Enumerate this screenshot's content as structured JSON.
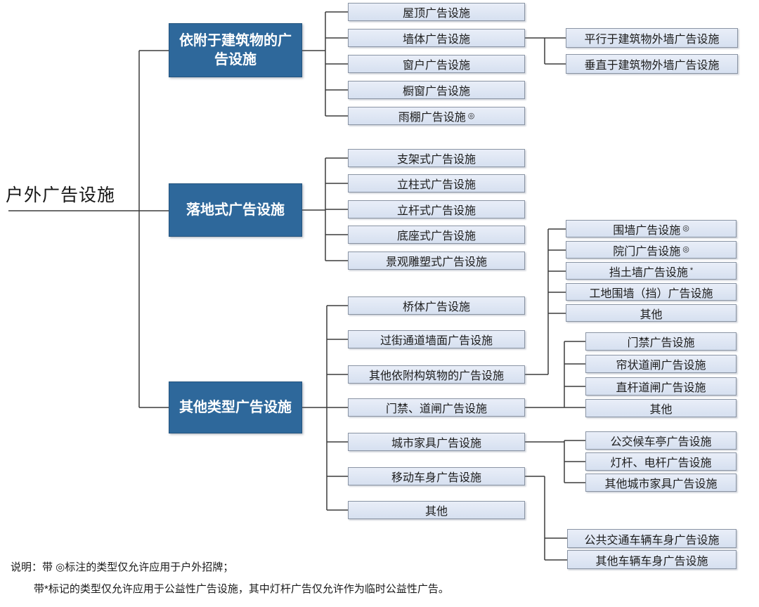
{
  "root": {
    "label": "户外广告设施"
  },
  "tree": [
    {
      "label": "依附于建筑物的广告设施",
      "children": [
        {
          "label": "屋顶广告设施"
        },
        {
          "label": "墙体广告设施",
          "children": [
            {
              "label": "平行于建筑物外墙广告设施"
            },
            {
              "label": "垂直于建筑物外墙广告设施"
            }
          ]
        },
        {
          "label": "窗户广告设施"
        },
        {
          "label": "橱窗广告设施"
        },
        {
          "label": "雨棚广告设施",
          "mark": "◎"
        }
      ]
    },
    {
      "label": "落地式广告设施",
      "children": [
        {
          "label": "支架式广告设施"
        },
        {
          "label": "立柱式广告设施"
        },
        {
          "label": "立杆式广告设施"
        },
        {
          "label": "底座式广告设施"
        },
        {
          "label": "景观雕塑式广告设施"
        }
      ]
    },
    {
      "label": "其他类型广告设施",
      "children": [
        {
          "label": "桥体广告设施"
        },
        {
          "label": "过街通道墙面广告设施"
        },
        {
          "label": "其他依附构筑物的广告设施",
          "children": [
            {
              "label": "围墙广告设施",
              "mark": "◎"
            },
            {
              "label": "院门广告设施",
              "mark": "◎"
            },
            {
              "label": "挡土墙广告设施",
              "mark": "*"
            },
            {
              "label": "工地围墙（挡）广告设施"
            },
            {
              "label": "其他"
            }
          ]
        },
        {
          "label": "门禁、道闸广告设施",
          "children": [
            {
              "label": "门禁广告设施"
            },
            {
              "label": "帘状道闸广告设施"
            },
            {
              "label": "直杆道闸广告设施"
            },
            {
              "label": "其他"
            }
          ]
        },
        {
          "label": "城市家具广告设施",
          "children": [
            {
              "label": "公交候车亭广告设施"
            },
            {
              "label": "灯杆、电杆广告设施"
            },
            {
              "label": "其他城市家具广告设施"
            }
          ]
        },
        {
          "label": "移动车身广告设施",
          "children": [
            {
              "label": "公共交通车辆车身广告设施"
            },
            {
              "label": "其他车辆车身广告设施"
            }
          ]
        },
        {
          "label": "其他"
        }
      ]
    }
  ],
  "notes": {
    "prefix": "说明：",
    "line1": "带 ◎标注的类型仅允许应用于户外招牌；",
    "line2": "带*标记的类型仅允许应用于公益性广告设施，其中灯杆广告仅允许作为临时公益性广告。"
  },
  "colors": {
    "category_fill": "#2E689B",
    "node_fill": "#DCE4F2",
    "node_border": "#8A94A4",
    "line": "#3C3C3C"
  }
}
